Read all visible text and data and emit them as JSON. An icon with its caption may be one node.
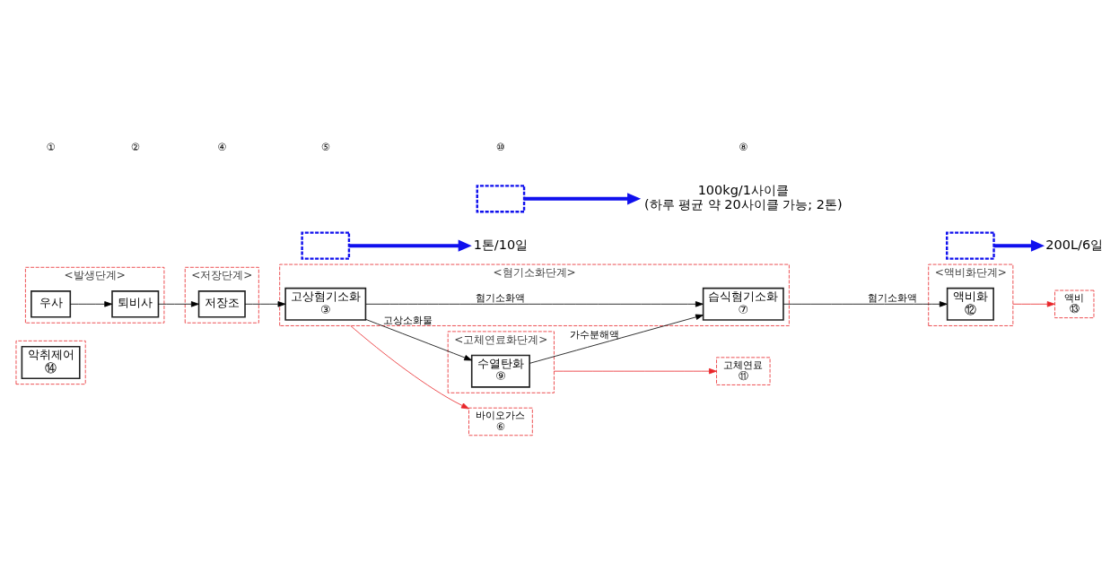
{
  "diagram": {
    "nodes": [
      {
        "text": [],
        "shape": "box"
      },
      {
        "text": [
          "악취제어",
          "⑭"
        ],
        "in": 0
      },
      {
        "text": [
          "<발생단계>"
        ]
      },
      {
        "text": [
          "우사"
        ],
        "in": 2
      },
      {
        "text": [
          "퇴비사"
        ],
        "in": 2
      },
      {
        "text": [
          "<저장단계>"
        ]
      },
      {
        "text": [
          "저장조"
        ],
        "in": 5
      },
      {
        "text": [
          "<혐기소화단계>"
        ]
      },
      {
        "text": [
          "고상혐기소화",
          "③"
        ],
        "in": 7
      },
      {
        "text": [
          "습식혐기소화",
          "⑦"
        ],
        "in": 7
      },
      {
        "text": [
          "<고체연료화단계>"
        ]
      },
      {
        "text": [
          "수열탄화",
          "⑨"
        ],
        "in": 10
      },
      {
        "text": [
          "<액비화단계>"
        ]
      },
      {
        "text": [
          "액비화",
          "⑫"
        ],
        "in": 12
      },
      {
        "text": [
          "바이오가스",
          "⑥"
        ]
      },
      {
        "text": [
          "고체연료",
          "⑪"
        ]
      },
      {
        "text": [
          "액비",
          "⑬"
        ]
      },
      {
        "text": [],
        "shape": "box"
      },
      {
        "text": [],
        "shape": "box"
      },
      {
        "text": [],
        "shape": "box"
      },
      {
        "text": [
          "1톤/10일"
        ]
      },
      {
        "text": [
          "100kg/1사이클",
          "(하루 평균 약 20사이클 가능; 2톤)"
        ]
      },
      {
        "text": [
          "200L/6일"
        ]
      }
    ],
    "edges": [
      {
        "from": 3,
        "to": 4,
        "arrow": "to"
      },
      {
        "from": 4,
        "to": 6,
        "arrow": "to"
      },
      {
        "from": 6,
        "to": 8,
        "arrow": "to"
      },
      {
        "from": 8,
        "to": 11,
        "arrow": "to",
        "label": "고상소화물"
      },
      {
        "from": 8,
        "to": 9,
        "arrow": "to",
        "label": "혐기소화액"
      },
      {
        "from": 11,
        "to": 9,
        "arrow": "to",
        "label": "가수분해액"
      },
      {
        "from": 9,
        "to": 13,
        "arrow": "to",
        "label": "혐기소화액"
      },
      {
        "from": 7,
        "to": 14,
        "arrow": "to",
        "color": "#e8262a"
      },
      {
        "from": 10,
        "to": 15,
        "arrow": "to",
        "color": "#e8262a"
      },
      {
        "from": 12,
        "to": 16,
        "arrow": "to",
        "color": "#e8262a"
      },
      {
        "from": 17,
        "to": 20,
        "arrow": "to",
        "style": "thick",
        "color": "#1010ee"
      },
      {
        "from": 18,
        "to": 21,
        "arrow": "to",
        "style": "thick",
        "color": "#1010ee"
      },
      {
        "from": 19,
        "to": 22,
        "arrow": "to",
        "style": "thick",
        "color": "#1010ee"
      }
    ],
    "labels": [
      "①",
      "②",
      "④",
      "⑤",
      "⑩",
      "⑧"
    ]
  }
}
